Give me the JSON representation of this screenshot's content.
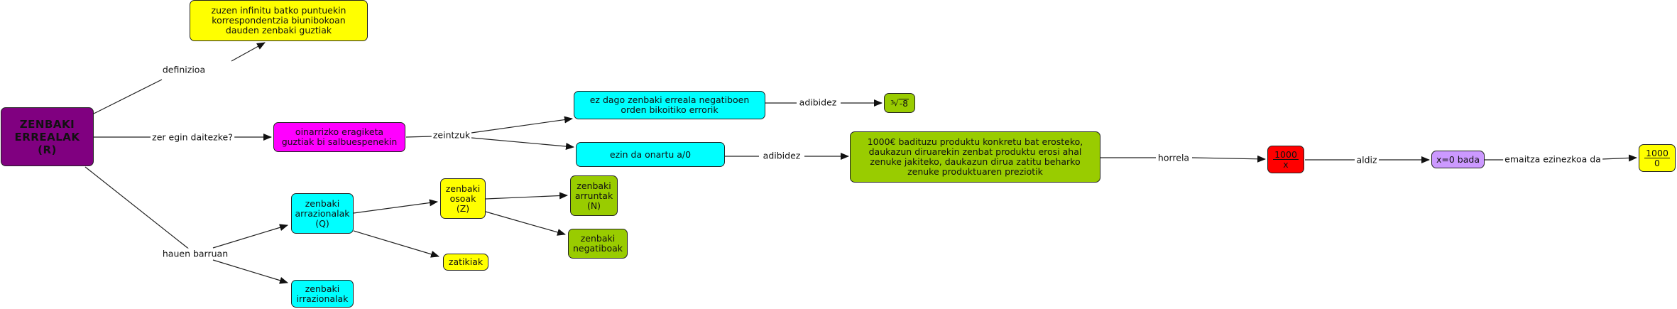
{
  "nodes": {
    "root": "ZENBAKI ERREALAK (R)",
    "definition": "zuzen infinitu batko puntuekin korrespondentzia biunibokoan dauden zenbaki guztiak",
    "operations": "oinarrizko eragiketa guztiak bi salbuespenekin",
    "exception_negative_root": "ez dago zenbaki erreala negatiboen orden bikoitiko errorik",
    "cube_root_example": {
      "index": "3",
      "radicand": "-8"
    },
    "exception_division_zero": "ezin da onartu a/0",
    "product_explanation": "1000€ badituzu produktu konkretu bat erosteko, daukazun diruarekin zenbat produktu erosi ahal zenuke jakiteko, daukazun dirua zatitu beharko zenuke produktuaren preziotik",
    "fraction_x": {
      "numerator": "1000",
      "denominator": "x"
    },
    "x_zero": "x=0 bada",
    "fraction_zero": {
      "numerator": "1000",
      "denominator": "0"
    },
    "rationals": "zenbaki arrazionalak (Q)",
    "integers": "zenbaki osoak (Z)",
    "fractions": "zatikiak",
    "naturals": "zenbaki arruntak (N)",
    "negatives": "zenbaki negatiboak",
    "irrationals": "zenbaki irrazionalak"
  },
  "links": {
    "definizioa": "definizioa",
    "zer_egin": "zer egin daitezke?",
    "zeintzuk": "zeintzuk",
    "adibidez_1": "adibidez",
    "adibidez_2": "adibidez",
    "horrela": "horrela",
    "aldiz": "aldiz",
    "emaitza": "emaitza ezinezkoa da",
    "hauen_barruan": "hauen barruan"
  },
  "colors": {
    "purple": "#800080",
    "yellow": "#ffff00",
    "magenta": "#ff00ff",
    "cyan": "#00ffff",
    "green": "#99cc00",
    "red": "#ff0000",
    "lavender": "#cc99ff"
  }
}
